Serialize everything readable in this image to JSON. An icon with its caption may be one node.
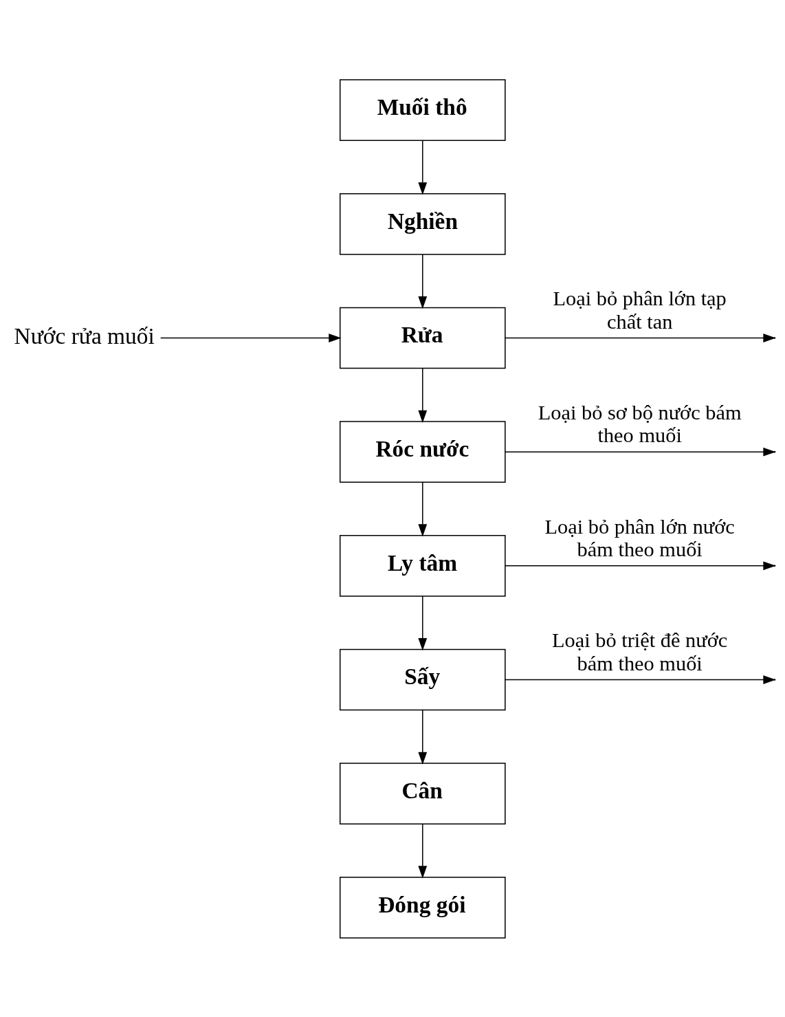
{
  "diagram": {
    "nodes": [
      {
        "text": [
          "Muối thô"
        ]
      },
      {
        "text": [
          "Nghiền"
        ]
      },
      {
        "text": [
          "Nước rửa muối"
        ]
      },
      {
        "text": [
          "Rửa"
        ]
      },
      {
        "text": [
          "Róc nước"
        ]
      },
      {
        "text": [
          "Ly tâm"
        ]
      },
      {
        "text": [
          "Sấy"
        ]
      },
      {
        "text": [
          "Cân"
        ]
      },
      {
        "text": [
          "Đóng gói"
        ]
      }
    ],
    "edges": [
      {
        "from": 0,
        "to": 1,
        "arrow": "to"
      },
      {
        "from": 1,
        "to": 3,
        "arrow": "to"
      },
      {
        "from": 2,
        "to": 3,
        "arrow": "to"
      },
      {
        "from": 3,
        "to": null,
        "arrow": "to",
        "label": "Loại bỏ phân lớn tạp chất tan"
      },
      {
        "from": 3,
        "to": 4,
        "arrow": "to"
      },
      {
        "from": 4,
        "to": null,
        "arrow": "to",
        "label": "Loại bỏ sơ bộ nước bám theo muối"
      },
      {
        "from": 4,
        "to": 5,
        "arrow": "to"
      },
      {
        "from": 5,
        "to": null,
        "arrow": "to",
        "label": "Loại bỏ phân lớn nước bám theo muối"
      },
      {
        "from": 5,
        "to": 6,
        "arrow": "to"
      },
      {
        "from": 6,
        "to": null,
        "arrow": "to",
        "label": "Loại bỏ triệt đê nước bám theo muối"
      },
      {
        "from": 6,
        "to": 7,
        "arrow": "to"
      },
      {
        "from": 7,
        "to": 8,
        "arrow": "to"
      }
    ]
  }
}
